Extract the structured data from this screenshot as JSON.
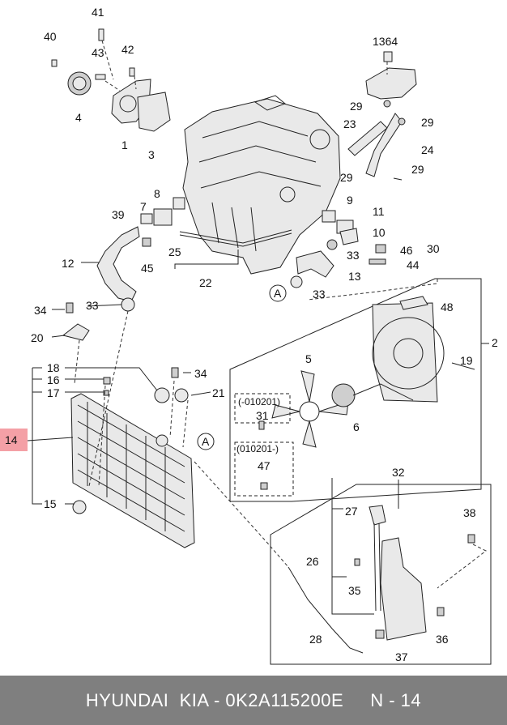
{
  "callouts": [
    "41",
    "40",
    "42",
    "43",
    "4",
    "1",
    "3",
    "1364",
    "29",
    "23",
    "29",
    "24",
    "29",
    "29",
    "8",
    "7",
    "39",
    "9",
    "11",
    "10",
    "25",
    "46",
    "30",
    "12",
    "45",
    "33",
    "44",
    "22",
    "13",
    "33",
    "A",
    "34",
    "33",
    "48",
    "20",
    "2",
    "19",
    "18",
    "34",
    "16",
    "21",
    "17",
    "5",
    "(-010201)",
    "31",
    "6",
    "14",
    "A",
    "(010201-)",
    "47",
    "15",
    "32",
    "27",
    "38",
    "26",
    "35",
    "28",
    "36",
    "37"
  ],
  "footer": {
    "text": "HYUNDAI  KIA - 0K2A115200E     N - 14"
  }
}
